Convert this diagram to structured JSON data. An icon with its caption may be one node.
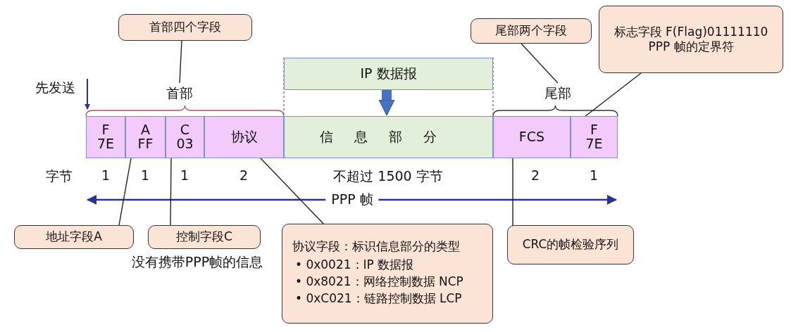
{
  "diagram": {
    "nodes": [
      {
        "text": [
          "首部四个字段"
        ]
      },
      {
        "text": [
          "尾部两个字段"
        ]
      },
      {
        "text": [
          "标志字段 F(Flag)01111110 PPP 帧的定界符"
        ]
      },
      {
        "text": [
          "IP 数据报"
        ]
      },
      {
        "text": [
          "首部"
        ]
      },
      {
        "text": [
          "尾部"
        ]
      },
      {
        "text": [
          "F",
          "7E"
        ]
      },
      {
        "text": [
          "A",
          "FF"
        ]
      },
      {
        "text": [
          "C",
          "03"
        ]
      },
      {
        "text": [
          "协议"
        ]
      },
      {
        "text": [
          "信息部分"
        ]
      },
      {
        "text": [
          "FCS"
        ]
      },
      {
        "text": [
          "F",
          "7E"
        ]
      },
      {
        "text": [
          "地址字段A"
        ]
      },
      {
        "text": [
          "控制字段C"
        ]
      },
      {
        "text": [
          "协议字段：标识信息部分的类型",
          "• 0x0021：IP 数据报",
          "• 0x8021：网络控制数据 NCP",
          "• 0xC021：链路控制数据 LCP"
        ]
      },
      {
        "text": [
          "CRC的帧检验序列"
        ]
      }
    ],
    "edges": [
      {
        "from": 0,
        "to": 4,
        "arrow": "none"
      },
      {
        "from": 1,
        "to": 5,
        "arrow": "none"
      },
      {
        "from": 2,
        "to": 12,
        "arrow": "none"
      },
      {
        "from": 3,
        "to": 10,
        "arrow": "to",
        "style": "thick",
        "color": "#4472c4"
      },
      {
        "from": 13,
        "to": 7,
        "arrow": "none"
      },
      {
        "from": 14,
        "to": 8,
        "arrow": "none"
      },
      {
        "from": 15,
        "to": 9,
        "arrow": "none"
      },
      {
        "from": 16,
        "to": 11,
        "arrow": "none"
      }
    ],
    "labels": [
      "先发送",
      "字节",
      "1",
      "1",
      "1",
      "2",
      "不超过 1500 字节",
      "2",
      "1",
      "PPP 帧",
      "没有携带PPP帧的信息"
    ]
  }
}
